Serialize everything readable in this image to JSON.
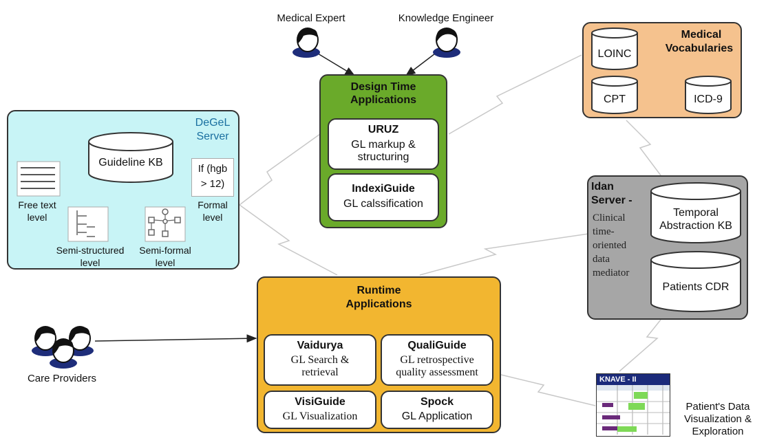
{
  "actors": {
    "medical_expert": "Medical Expert",
    "knowledge_engineer": "Knowledge Engineer",
    "care_providers": "Care Providers"
  },
  "design_time": {
    "title_line1": "Design Time",
    "title_line2": "Applications",
    "uruz": {
      "name": "URUZ",
      "line1": "GL markup &",
      "line2": "structuring"
    },
    "indexiguide": {
      "name": "IndexiGuide",
      "desc": "GL calssification"
    }
  },
  "vocabularies": {
    "title_line1": "Medical",
    "title_line2": "Vocabularies",
    "items": [
      "LOINC",
      "CPT",
      "ICD-9"
    ]
  },
  "degel": {
    "title_line1": "DeGeL",
    "title_line2": "Server",
    "kb": "Guideline KB",
    "formal_snippet_line1": "If (hgb",
    "formal_snippet_line2": "> 12)",
    "levels": {
      "free_text_1": "Free text",
      "free_text_2": "level",
      "semi_structured_1": "Semi-structured",
      "semi_structured_2": "level",
      "semi_formal_1": "Semi-formal",
      "semi_formal_2": "level",
      "formal_1": "Formal",
      "formal_2": "level"
    }
  },
  "idan": {
    "title_line1": "Idan",
    "title_line2": "Server -",
    "desc": [
      "Clinical",
      "time-",
      "oriented",
      "data",
      "mediator"
    ],
    "kb_line1": "Temporal",
    "kb_line2": "Abstraction KB",
    "cdr": "Patients CDR"
  },
  "runtime": {
    "title_line1": "Runtime",
    "title_line2": "Applications",
    "vaidurya": {
      "name": "Vaidurya",
      "line1": "GL Search &",
      "line2": "retrieval"
    },
    "qualiguide": {
      "name": "QualiGuide",
      "line1": "GL retrospective",
      "line2": "quality assessment"
    },
    "visiguide": {
      "name": "VisiGuide",
      "desc": "GL Visualization"
    },
    "spock": {
      "name": "Spock",
      "desc": "GL Application"
    }
  },
  "knave": {
    "title": "KNAVE - II",
    "caption_line1": "Patient's Data",
    "caption_line2": "Visualization &",
    "caption_line3": "Exploration"
  },
  "colors": {
    "design_green": "#6aaa2a",
    "vocab_orange": "#f5c28e",
    "degel_cyan": "#c8f4f6",
    "idan_gray": "#a6a6a6",
    "runtime_yellow": "#f2b630"
  }
}
